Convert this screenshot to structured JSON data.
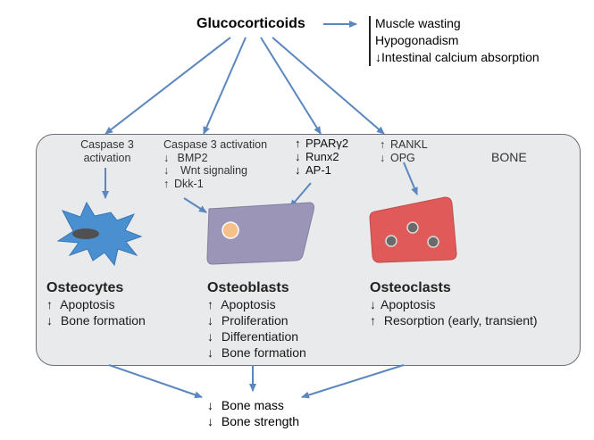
{
  "title": "Glucocorticoids",
  "side_effects": [
    {
      "arrow": "",
      "text": "Muscle wasting"
    },
    {
      "arrow": "",
      "text": "Hypogonadism"
    },
    {
      "arrow": "↓",
      "text": "Intestinal calcium absorption"
    }
  ],
  "bone_label": "BONE",
  "osteocyte_signals": [
    "Caspase 3",
    "activation"
  ],
  "osteoblast_signals_left": [
    {
      "arrow": "",
      "text": "Caspase 3 activation"
    },
    {
      "arrow": "↓",
      "text": "BMP2"
    },
    {
      "arrow": "↓",
      "text": "Wnt signaling"
    },
    {
      "arrow": "↑",
      "text": "Dkk-1"
    }
  ],
  "osteoblast_signals_right": [
    {
      "arrow": "↑",
      "text": "PPARγ2"
    },
    {
      "arrow": "↓",
      "text": "Runx2"
    },
    {
      "arrow": "↓",
      "text": "AP-1"
    }
  ],
  "osteoclast_signals": [
    {
      "arrow": "↑",
      "text": "RANKL"
    },
    {
      "arrow": "↓",
      "text": "OPG"
    }
  ],
  "cells": {
    "osteocytes": {
      "name": "Osteocytes",
      "effects": [
        {
          "arrow": "↑",
          "text": "Apoptosis"
        },
        {
          "arrow": "↓",
          "text": "Bone formation"
        }
      ]
    },
    "osteoblasts": {
      "name": "Osteoblasts",
      "effects": [
        {
          "arrow": "↑",
          "text": "Apoptosis"
        },
        {
          "arrow": "↓",
          "text": "Proliferation"
        },
        {
          "arrow": "↓",
          "text": "Differentiation"
        },
        {
          "arrow": "↓",
          "text": "Bone formation"
        }
      ]
    },
    "osteoclasts": {
      "name": "Osteoclasts",
      "effects": [
        {
          "arrow": "↓",
          "text": "Apoptosis"
        },
        {
          "arrow": "↑",
          "text": "Resorption (early, transient)"
        }
      ]
    }
  },
  "outcomes": [
    {
      "arrow": "↓",
      "text": "Bone mass"
    },
    {
      "arrow": "↓",
      "text": "Bone strength"
    }
  ],
  "colors": {
    "arrow": "#5b87bf",
    "osteocyte": "#4a8fd0",
    "osteoblast": "#9b95b8",
    "osteoblast_nucleus": "#f6c08a",
    "osteoclast": "#e05a5a",
    "osteoclast_nucleus": "#6a6a6a",
    "bone_bg": "#e9eaeb"
  }
}
